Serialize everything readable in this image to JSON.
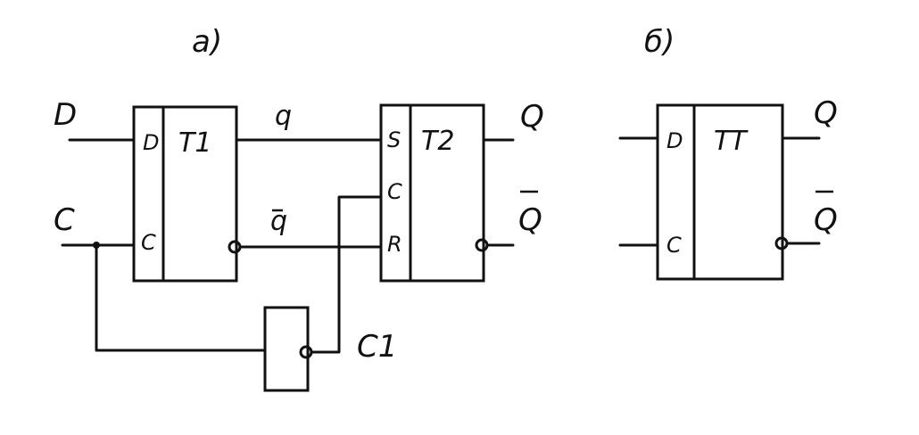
{
  "part_a": {
    "caption": "a)",
    "inputs": {
      "d": "D",
      "c": "C"
    },
    "t1": {
      "name": "T1",
      "pin_d": "D",
      "pin_c": "C"
    },
    "t2": {
      "name": "T2",
      "pin_s": "S",
      "pin_c": "C",
      "pin_r": "R"
    },
    "signals": {
      "q": "q",
      "q_bar": "q",
      "c1": "C1"
    },
    "outputs": {
      "q": "Q",
      "q_bar": "Q"
    }
  },
  "part_b": {
    "caption": "б)",
    "tt": {
      "name": "TT",
      "pin_d": "D",
      "pin_c": "C"
    },
    "outputs": {
      "q": "Q",
      "q_bar": "Q"
    }
  }
}
